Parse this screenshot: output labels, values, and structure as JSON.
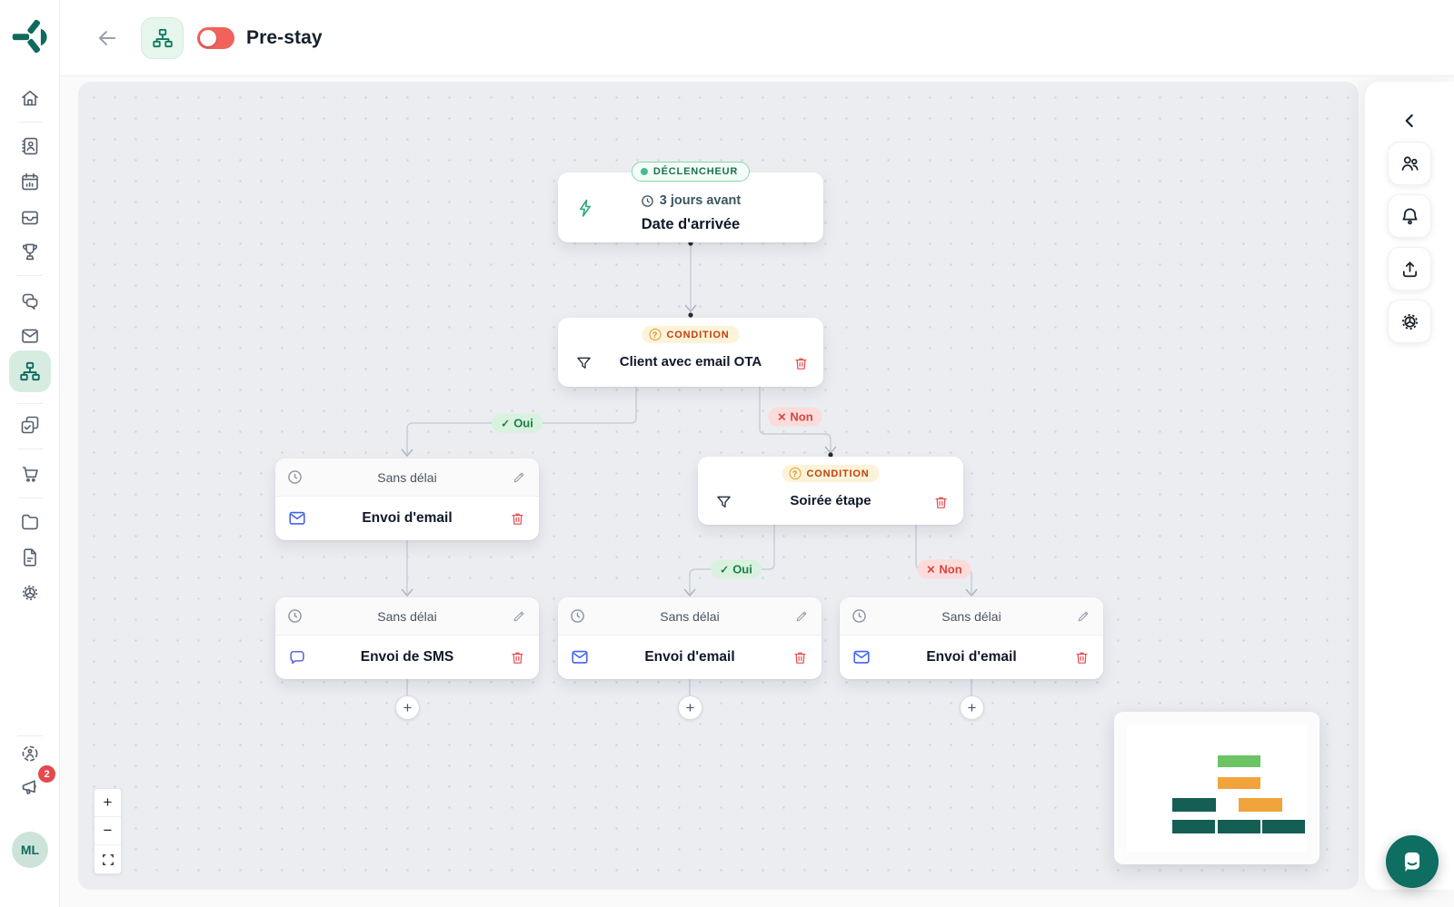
{
  "header": {
    "title": "Pre-stay",
    "toggle_state": "off"
  },
  "sidebar": {
    "notification_count": "2",
    "avatar_initials": "ML",
    "active_item": "workflows",
    "icon_names": [
      "home",
      "contacts",
      "calendar",
      "inbox",
      "trophy",
      "chat",
      "mail",
      "workflows",
      "tasks",
      "cart",
      "folder",
      "documents",
      "settings",
      "focus",
      "announcements"
    ]
  },
  "workflow": {
    "trigger": {
      "badge": "DÉCLENCHEUR",
      "timing": "3 jours avant",
      "title": "Date d'arrivée"
    },
    "condition1": {
      "badge": "CONDITION",
      "title": "Client avec email OTA"
    },
    "condition2": {
      "badge": "CONDITION",
      "title": "Soirée étape"
    },
    "action1": {
      "delay": "Sans délai",
      "title": "Envoi d'email"
    },
    "action2": {
      "delay": "Sans délai",
      "title": "Envoi de SMS"
    },
    "action3": {
      "delay": "Sans délai",
      "title": "Envoi d'email"
    },
    "action4": {
      "delay": "Sans délai",
      "title": "Envoi d'email"
    },
    "branches": {
      "yes1": "Oui",
      "no1": "Non",
      "yes2": "Oui",
      "no2": "Non"
    }
  },
  "icons": {
    "check": "✓",
    "cross": "✕",
    "plus": "+",
    "minus": "−",
    "question": "?"
  },
  "colors": {
    "brand_teal": "#0f6a5c",
    "toggle_red": "#f2615b",
    "trigger_green": "#2fa97c",
    "trigger_badge_text": "#17734d",
    "condition_badge_bg": "#fcf3d8",
    "condition_badge_text": "#c2410c",
    "yes_green": "#1e7e45",
    "no_red": "#d64541",
    "action_icon_blue": "#4263eb",
    "danger_red": "#e5484d",
    "minimap_green": "#6cc465",
    "minimap_orange": "#f2a43c",
    "minimap_teal": "#145e54"
  }
}
